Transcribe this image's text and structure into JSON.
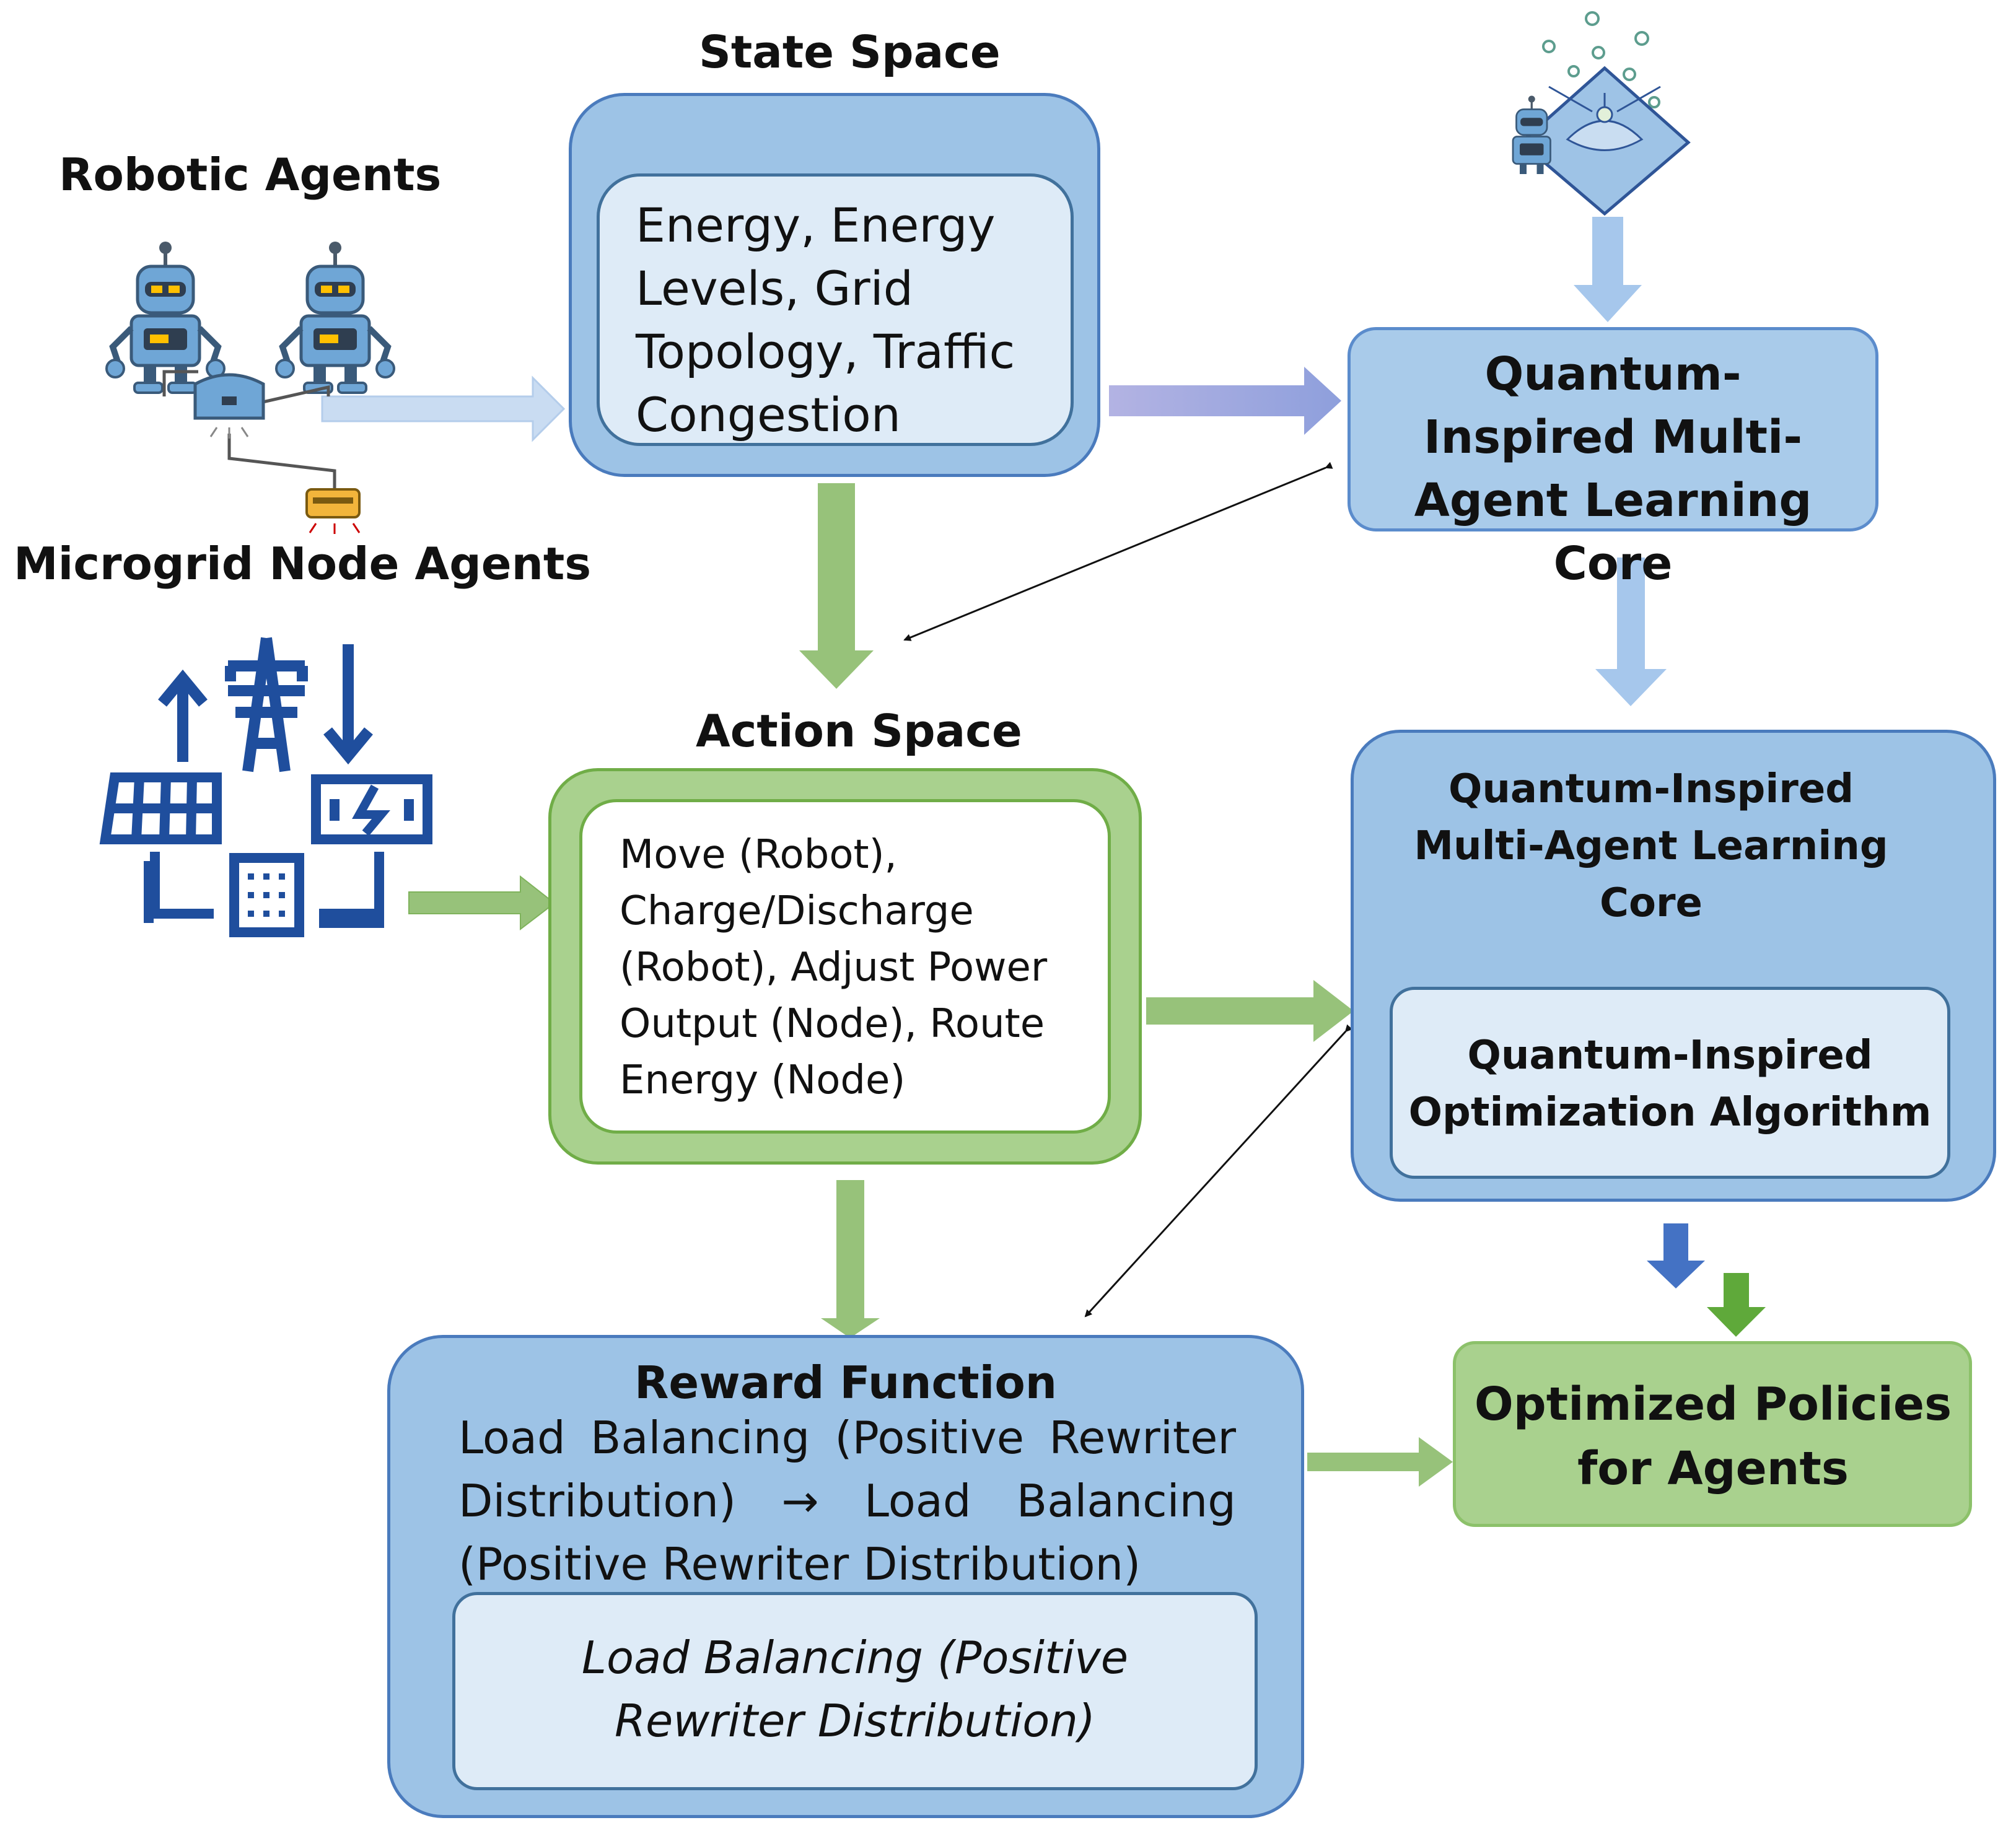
{
  "state_space": {
    "title": "State Space",
    "content": "Energy, Energy Levels, Grid Topology, Traffic Congestion"
  },
  "robotic_agents": {
    "label": "Robotic Agents"
  },
  "microgrid_agents": {
    "label": "Microgrid Node Agents"
  },
  "core_top": {
    "label": "Quantum-Inspired Multi-Agent Learning Core"
  },
  "action_space": {
    "title": "Action Space",
    "content": "Move (Robot), Charge/Discharge (Robot), Adjust Power Output (Node), Route Energy (Node)"
  },
  "core_right": {
    "title": "Quantum-Inspired Multi-Agent Learning Core",
    "inner": "Quantum-Inspired Optimization Algorithm"
  },
  "reward": {
    "title": "Reward Function",
    "content": "Load Balancing (Positive Rewriter Distribution) → Load Balancing (Positive Rewriter Distribution)",
    "inner": "Load Balancing (Positive Rewriter Distribution)"
  },
  "policies": {
    "label": "Optimized Policies for Agents"
  },
  "colors": {
    "blue_box": "#9dc3e6",
    "light_box": "#deebf7",
    "green_box": "#a9d18e",
    "icon_blue": "#1f4e9d",
    "arrow_dark_blue": "#4472c4"
  },
  "icons": [
    "robot-icon",
    "hub-icon",
    "battery-icon",
    "quantum-diamond-icon",
    "power-tower-icon",
    "solar-panel-icon",
    "battery-storage-icon",
    "building-icon"
  ]
}
